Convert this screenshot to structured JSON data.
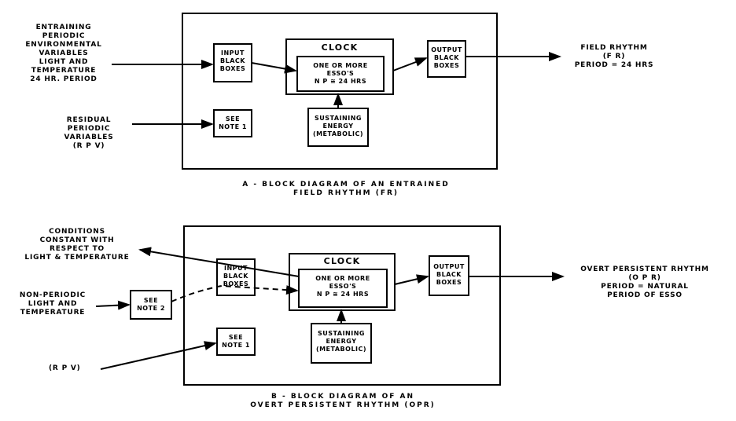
{
  "diagram_a": {
    "input_left": [
      "ENTRAINING",
      "PERIODIC",
      "ENVIRONMENTAL",
      "VARIABLES",
      "LIGHT AND",
      "TEMPERATURE",
      "24 HR. PERIOD"
    ],
    "residual": [
      "RESIDUAL",
      "PERIODIC",
      "VARIABLES",
      "(R P V)"
    ],
    "input_box": [
      "INPUT",
      "BLACK",
      "BOXES"
    ],
    "note_box": [
      "SEE",
      "NOTE 1"
    ],
    "clock_title": "CLOCK",
    "clock_inner": [
      "ONE OR MORE",
      "ESSO's",
      "N P ≅ 24 HRS"
    ],
    "energy_box": [
      "SUSTAINING",
      "ENERGY",
      "(METABOLIC)"
    ],
    "output_box": [
      "OUTPUT",
      "BLACK",
      "BOXES"
    ],
    "output_right": [
      "FIELD RHYTHM",
      "(F R)",
      "PERIOD = 24 HRS"
    ],
    "caption": [
      "A - BLOCK DIAGRAM OF AN ENTRAINED",
      "FIELD RHYTHM (FR)"
    ]
  },
  "diagram_b": {
    "conditions": [
      "CONDITIONS",
      "CONSTANT WITH",
      "RESPECT TO",
      "LIGHT & TEMPERATURE"
    ],
    "nonperiodic": [
      "NON-PERIODIC",
      "LIGHT AND",
      "TEMPERATURE"
    ],
    "rpv": "(R P V)",
    "note2_box": [
      "SEE",
      "NOTE 2"
    ],
    "input_box": [
      "INPUT",
      "BLACK",
      "BOXES"
    ],
    "note1_box": [
      "SEE",
      "NOTE 1"
    ],
    "clock_title": "CLOCK",
    "clock_inner": [
      "ONE OR MORE",
      "ESSO's",
      "N P ≅ 24 HRS"
    ],
    "energy_box": [
      "SUSTAINING",
      "ENERGY",
      "(METABOLIC)"
    ],
    "output_box": [
      "OUTPUT",
      "BLACK",
      "BOXES"
    ],
    "output_right": [
      "OVERT PERSISTENT RHYTHM",
      "(O P R)",
      "PERIOD = NATURAL",
      "PERIOD OF ESSO"
    ],
    "caption": [
      "B - BLOCK DIAGRAM OF AN",
      "OVERT PERSISTENT RHYTHM (OPR)"
    ]
  }
}
